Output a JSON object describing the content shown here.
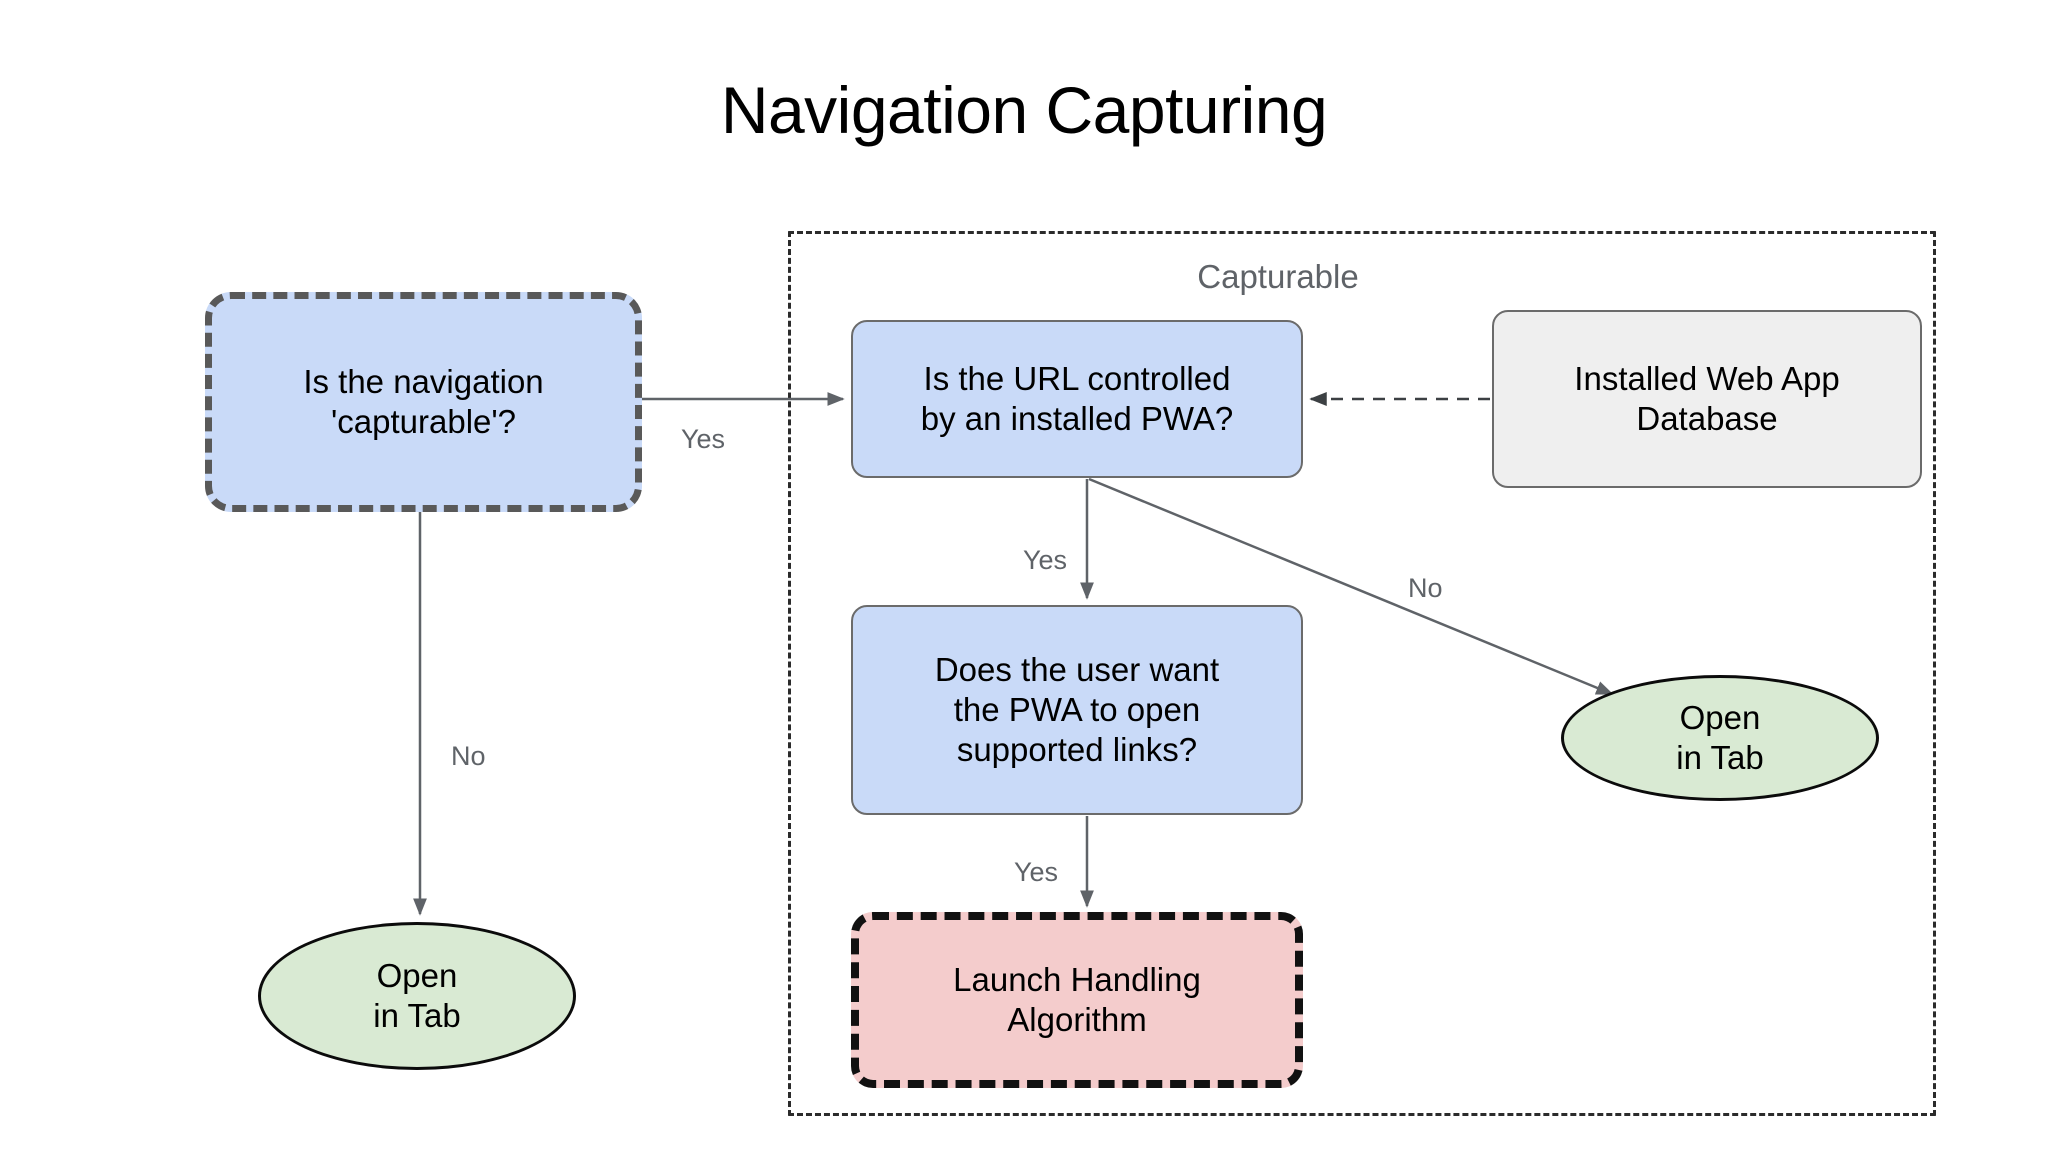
{
  "title": "Navigation Capturing",
  "group": {
    "label": "Capturable"
  },
  "nodes": {
    "is_capturable": {
      "line1": "Is the navigation",
      "line2": "'capturable'?"
    },
    "url_controlled": {
      "line1": "Is the URL controlled",
      "line2": "by an installed PWA?"
    },
    "installed_db": {
      "line1": "Installed Web App",
      "line2": "Database"
    },
    "user_want": {
      "line1": "Does the user want",
      "line2": "the PWA to open",
      "line3": "supported links?"
    },
    "launch_handling": {
      "line1": "Launch Handling",
      "line2": "Algorithm"
    },
    "open_in_tab_left": {
      "line1": "Open",
      "line2": "in Tab"
    },
    "open_in_tab_right": {
      "line1": "Open",
      "line2": "in Tab"
    }
  },
  "edges": {
    "capturable_yes": "Yes",
    "capturable_no": "No",
    "url_yes": "Yes",
    "url_no": "No",
    "user_want_yes": "Yes"
  },
  "colors": {
    "decision_fill": "#c9daf8",
    "terminal_fill": "#d9ead3",
    "algorithm_fill": "#f4cccc",
    "data_fill": "#efefef",
    "edge_stroke": "#5f6368",
    "muted_text": "#5f6368",
    "dashed_border_dark": "#595959",
    "dashed_border_black": "#111111"
  },
  "chart_data": {
    "type": "flowchart",
    "title": "Navigation Capturing",
    "nodes": [
      {
        "id": "is_capturable",
        "label": "Is the navigation 'capturable'?",
        "shape": "rounded-rect",
        "style": "dashed",
        "fill": "#c9daf8",
        "group": null
      },
      {
        "id": "url_controlled",
        "label": "Is the URL controlled by an installed PWA?",
        "shape": "rounded-rect",
        "style": "solid",
        "fill": "#c9daf8",
        "group": "Capturable"
      },
      {
        "id": "installed_db",
        "label": "Installed Web App Database",
        "shape": "rounded-rect",
        "style": "solid",
        "fill": "#efefef",
        "group": "Capturable"
      },
      {
        "id": "user_want",
        "label": "Does the user want the PWA to open supported links?",
        "shape": "rounded-rect",
        "style": "solid",
        "fill": "#c9daf8",
        "group": "Capturable"
      },
      {
        "id": "launch_handling",
        "label": "Launch Handling Algorithm",
        "shape": "rounded-rect",
        "style": "dashed",
        "fill": "#f4cccc",
        "group": "Capturable"
      },
      {
        "id": "open_in_tab_left",
        "label": "Open in Tab",
        "shape": "ellipse",
        "style": "solid",
        "fill": "#d9ead3",
        "group": null
      },
      {
        "id": "open_in_tab_right",
        "label": "Open in Tab",
        "shape": "ellipse",
        "style": "solid",
        "fill": "#d9ead3",
        "group": "Capturable"
      }
    ],
    "edges": [
      {
        "from": "is_capturable",
        "to": "url_controlled",
        "label": "Yes",
        "style": "solid",
        "arrow": true
      },
      {
        "from": "is_capturable",
        "to": "open_in_tab_left",
        "label": "No",
        "style": "solid",
        "arrow": true
      },
      {
        "from": "url_controlled",
        "to": "user_want",
        "label": "Yes",
        "style": "solid",
        "arrow": true
      },
      {
        "from": "url_controlled",
        "to": "open_in_tab_right",
        "label": "No",
        "style": "solid",
        "arrow": true
      },
      {
        "from": "user_want",
        "to": "launch_handling",
        "label": "Yes",
        "style": "solid",
        "arrow": true
      },
      {
        "from": "installed_db",
        "to": "url_controlled",
        "label": "",
        "style": "dashed",
        "arrow": true
      }
    ],
    "groups": [
      {
        "label": "Capturable",
        "style": "dashed",
        "members": [
          "url_controlled",
          "installed_db",
          "user_want",
          "launch_handling",
          "open_in_tab_right"
        ]
      }
    ]
  }
}
